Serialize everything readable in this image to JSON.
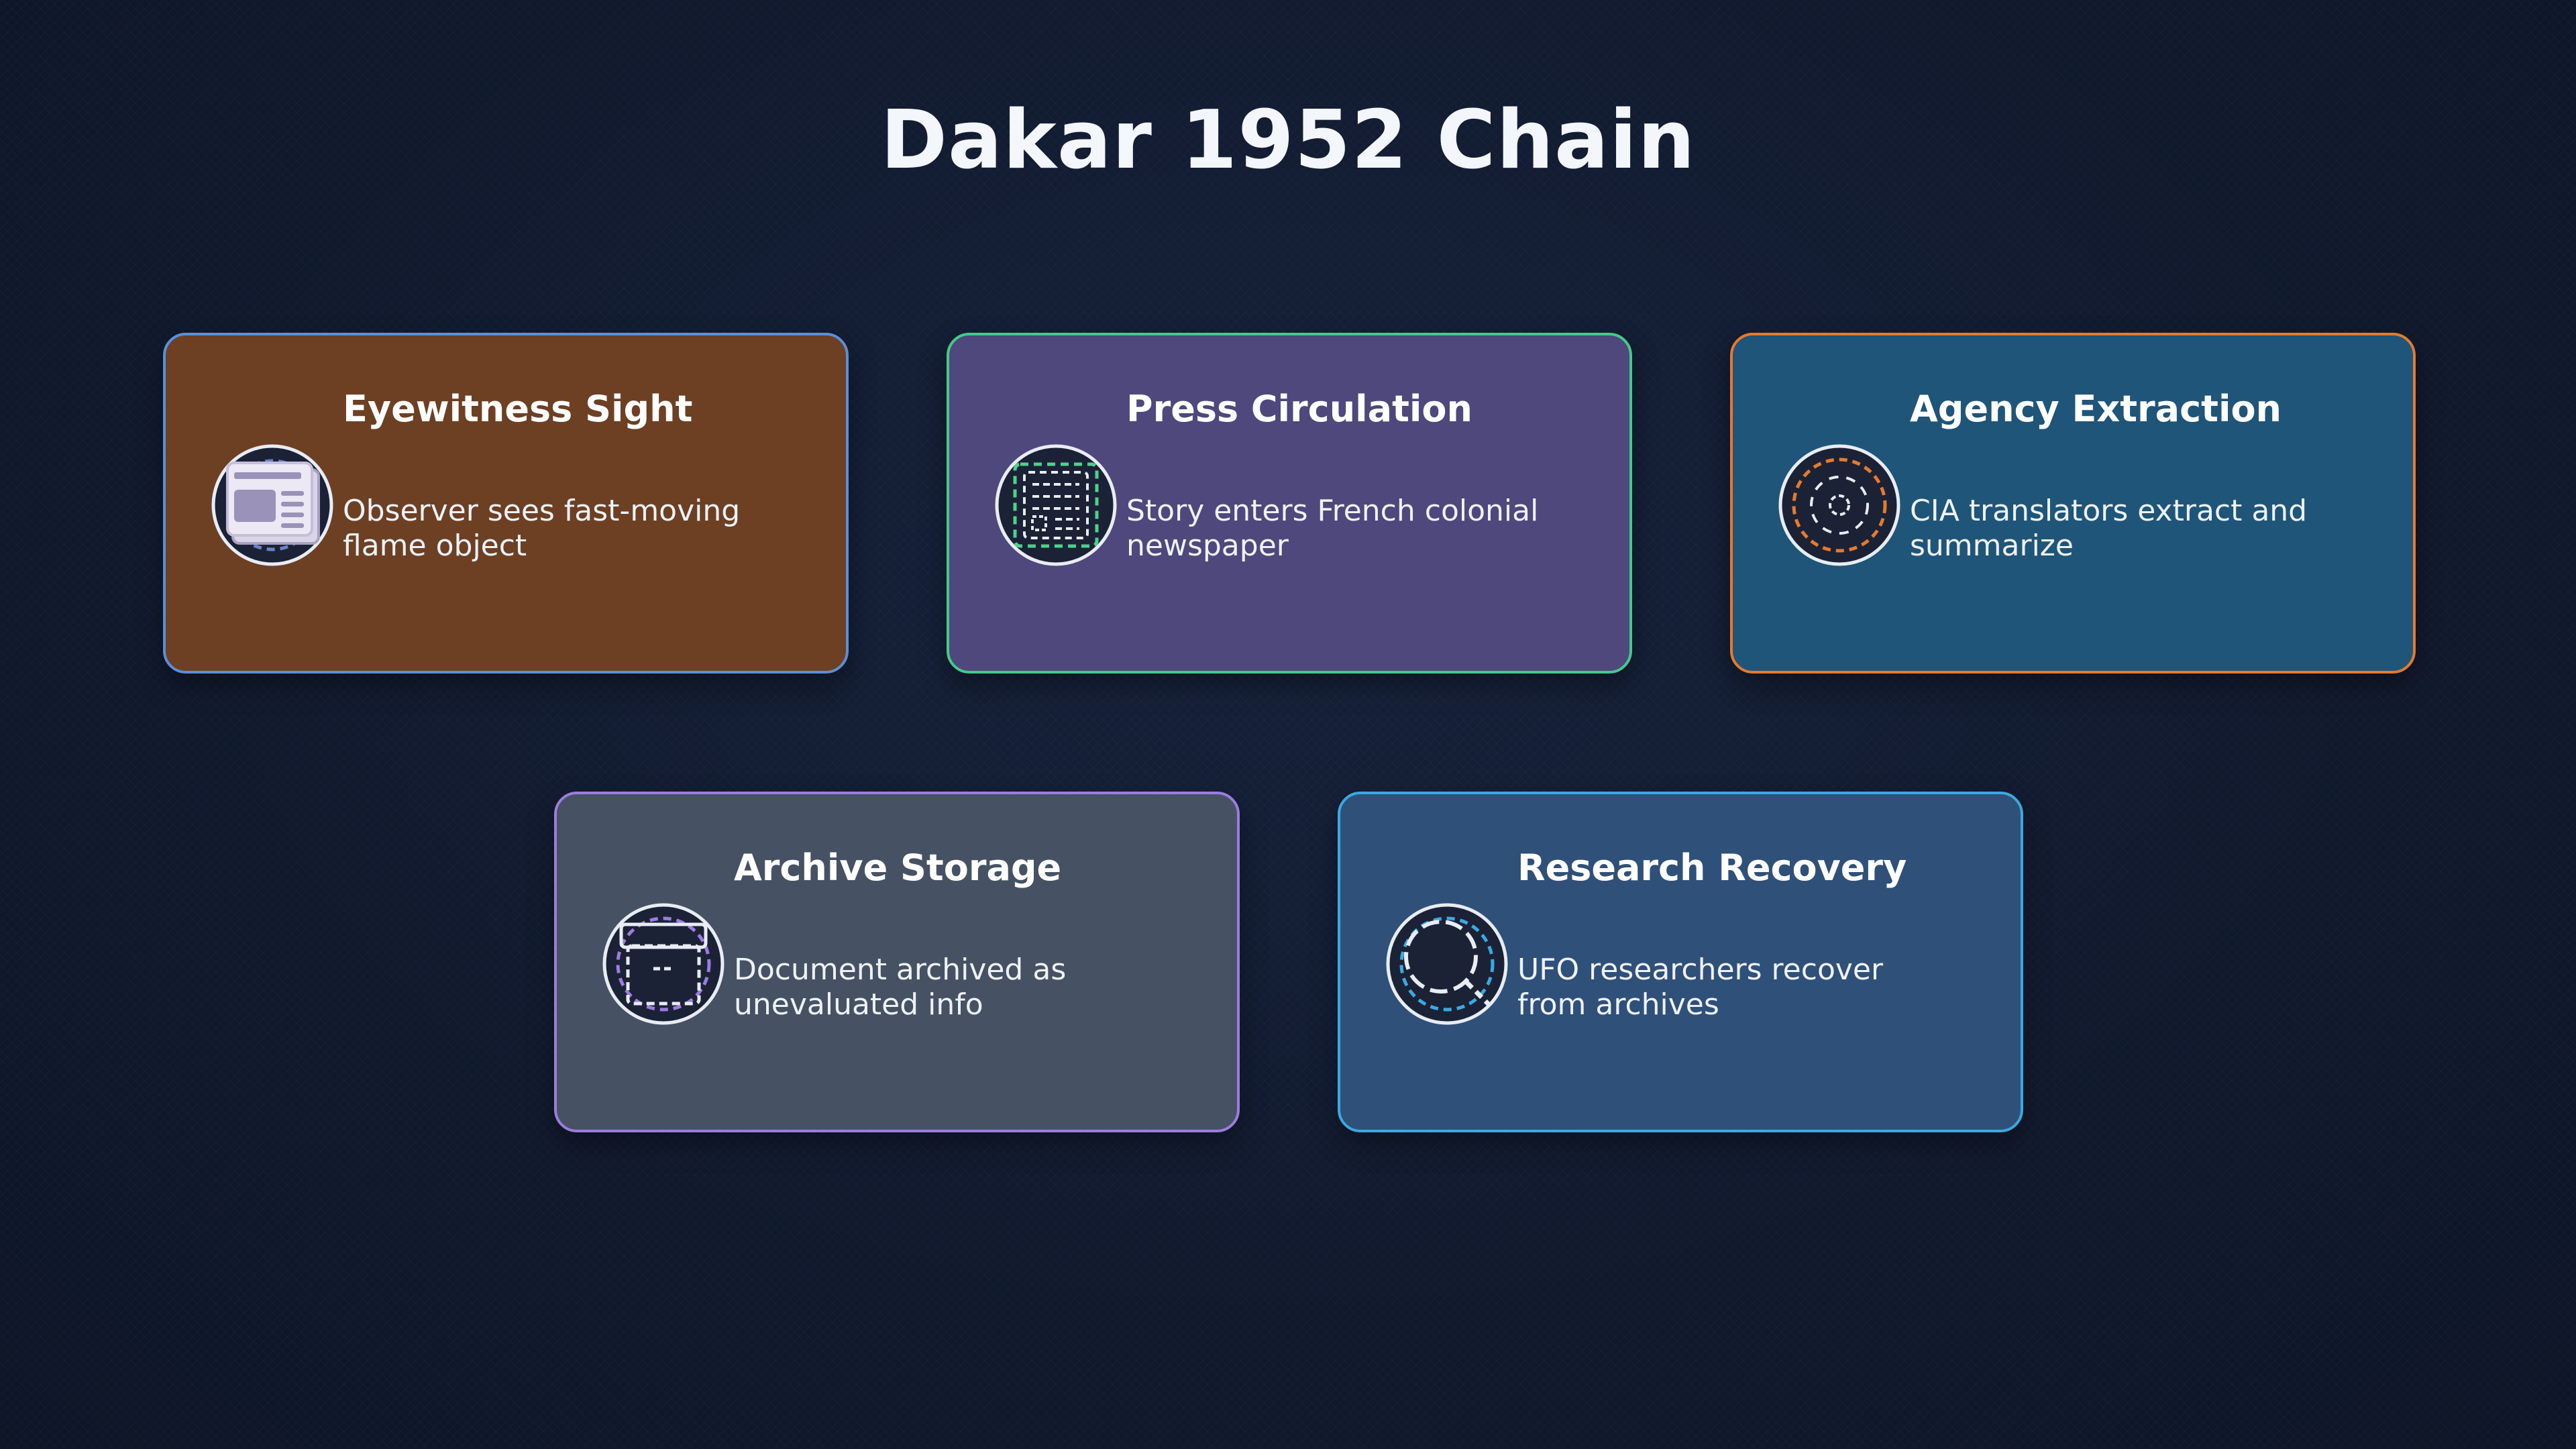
{
  "title": "Dakar 1952 Chain",
  "cards": [
    {
      "title": "Eyewitness Sight",
      "description": "Observer sees fast-moving flame object",
      "icon": "newspaper-icon",
      "background": "#6d4024",
      "border": "#5b8fd6",
      "accent": "#6a82c8"
    },
    {
      "title": "Press Circulation",
      "description": "Story enters French colonial newspaper",
      "icon": "document-icon",
      "background": "#4e487c",
      "border": "#45c98a",
      "accent": "#4fd08e"
    },
    {
      "title": "Agency Extraction",
      "description": "CIA translators extract and summarize",
      "icon": "target-icon",
      "background": "#1f5578",
      "border": "#e57a2e",
      "accent": "#e57a2e"
    },
    {
      "title": "Archive Storage",
      "description": "Document archived as unevaluated info",
      "icon": "archive-box-icon",
      "background": "#465264",
      "border": "#9b7de0",
      "accent": "#9b7de0"
    },
    {
      "title": "Research Recovery",
      "description": "UFO researchers recover from archives",
      "icon": "magnifier-icon",
      "background": "#2f5079",
      "border": "#3aa9e0",
      "accent": "#3aa9e0"
    }
  ]
}
